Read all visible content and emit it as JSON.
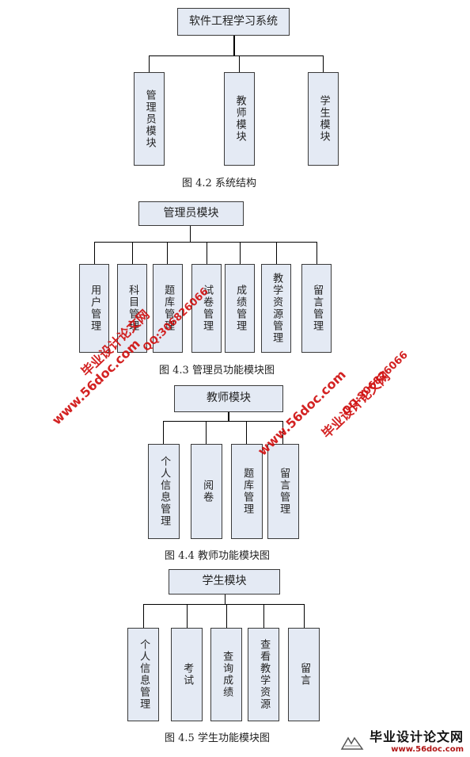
{
  "diagram1": {
    "root": "软件工程学习系统",
    "children": [
      "管理员模块",
      "教师模块",
      "学生模块"
    ],
    "caption": "图 4.2  系统结构"
  },
  "diagram2": {
    "root": "管理员模块",
    "children": [
      "用户管理",
      "科目管理",
      "题库管理",
      "试卷管理",
      "成绩管理",
      "教学资源管理",
      "留言管理"
    ],
    "caption": "图 4.3  管理员功能模块图"
  },
  "diagram3": {
    "root": "教师模块",
    "children": [
      "个人信息管理",
      "阅卷",
      "题库管理",
      "留言管理"
    ],
    "caption": "图 4.4  教师功能模块图"
  },
  "diagram4": {
    "root": "学生模块",
    "children": [
      "个人信息管理",
      "考试",
      "查询成绩",
      "查看教学资源",
      "留言"
    ],
    "caption": "图 4.5  学生功能模块图"
  },
  "watermarks": {
    "site_name": "毕业设计论文网",
    "url": "www.56doc.com",
    "qq": "QQ:306826066"
  },
  "footer": {
    "title": "毕业设计论文网",
    "url": "www.56doc.com"
  }
}
